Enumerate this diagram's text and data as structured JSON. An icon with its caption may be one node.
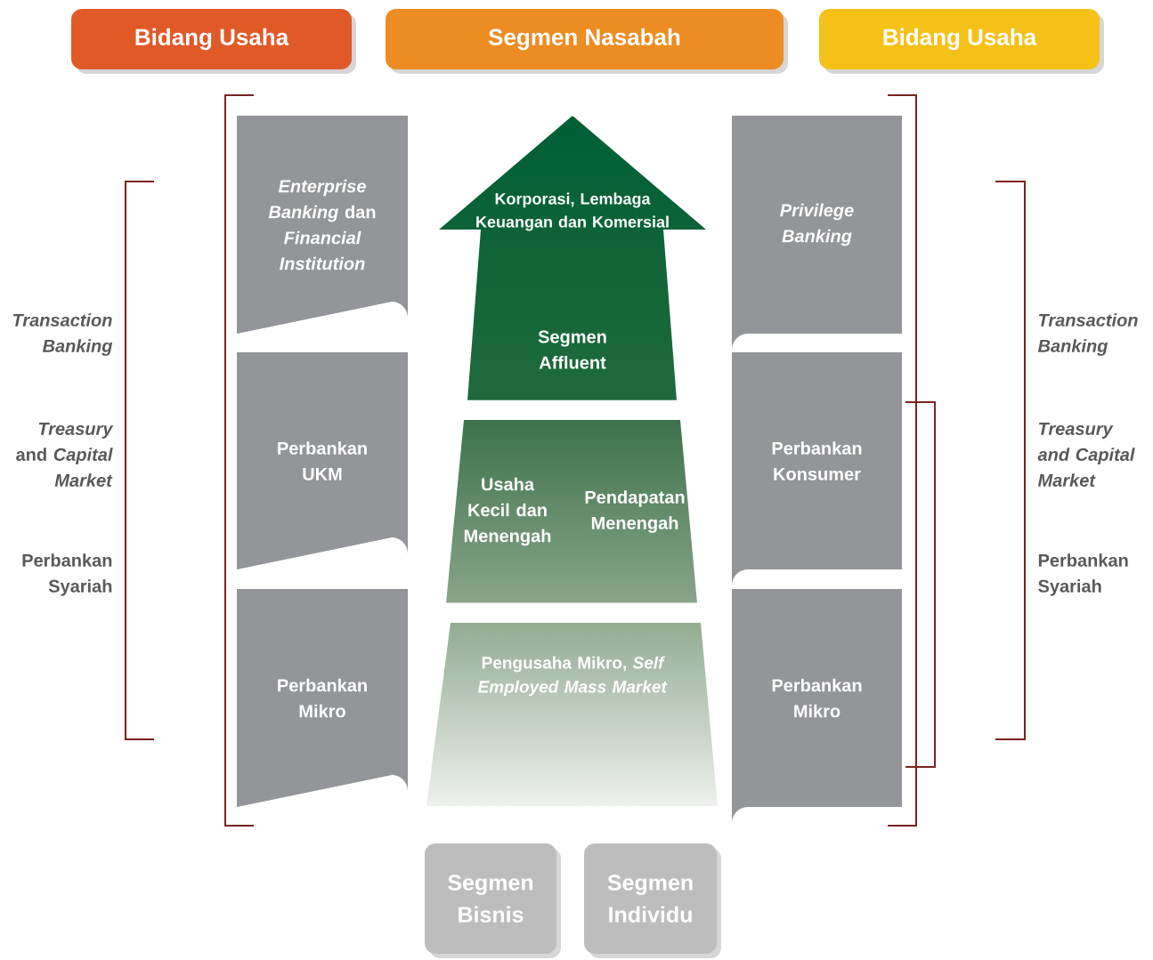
{
  "diagram": {
    "nodes": [
      {
        "text": [
          "Bidang Usaha"
        ]
      },
      {
        "text": [
          "Segmen Nasabah"
        ]
      },
      {
        "text": [
          "Bidang Usaha"
        ]
      },
      {
        "text": [
          "*Enterprise Banking* dan *Financial Institution*"
        ]
      },
      {
        "text": [
          "Perbankan UKM"
        ]
      },
      {
        "text": [
          "Perbankan Mikro"
        ]
      },
      {
        "text": [
          "Privilege Banking"
        ]
      },
      {
        "text": [
          "Perbankan Konsumer"
        ]
      },
      {
        "text": [
          "Perbankan Mikro"
        ]
      },
      {
        "text": [
          "Korporasi, Lembaga Keuangan dan Komersial",
          "Segmen Affluent"
        ]
      },
      {
        "text": [
          "Usaha Kecil dan Menengah",
          "Pendapatan Menengah"
        ]
      },
      {
        "text": [
          "Pengusaha Mikro, *Self Employed Mass Market*"
        ]
      },
      {
        "text": [
          "Segmen Bisnis"
        ]
      },
      {
        "text": [
          "Segmen Individu"
        ]
      }
    ],
    "labels": [
      "Transaction Banking",
      "*Treasury* and *Capital Market*",
      "Perbankan Syariah",
      "Transaction Banking",
      "Treasury and Capital Market",
      "Perbankan Syariah"
    ]
  }
}
